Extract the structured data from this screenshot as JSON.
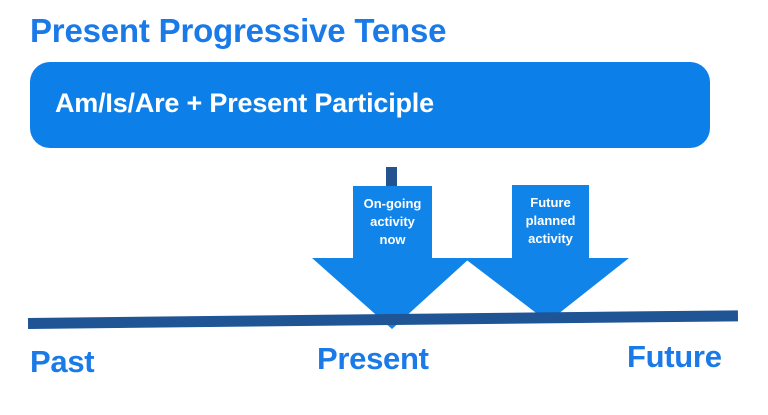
{
  "slide": {
    "title": "Present Progressive Tense",
    "formula": "Am/Is/Are + Present Participle",
    "background_color": "#ffffff"
  },
  "colors": {
    "accent_blue": "#1a7ae8",
    "box_blue": "#0d7fe8",
    "arrow_blue": "#1184ea",
    "timeline_blue": "#1f5495",
    "nub_blue": "#24548f",
    "label_white": "#ffffff"
  },
  "arrows": [
    {
      "name": "on-going-activity-arrow",
      "label": "On-going\nactivity\nnow",
      "points_to": "Present"
    },
    {
      "name": "future-planned-activity-arrow",
      "label": "Future\nplanned\nactivity",
      "points_to": "Future"
    }
  ],
  "timeline": {
    "labels": [
      {
        "name": "past",
        "text": "Past"
      },
      {
        "name": "present",
        "text": "Present"
      },
      {
        "name": "future",
        "text": "Future"
      }
    ]
  }
}
